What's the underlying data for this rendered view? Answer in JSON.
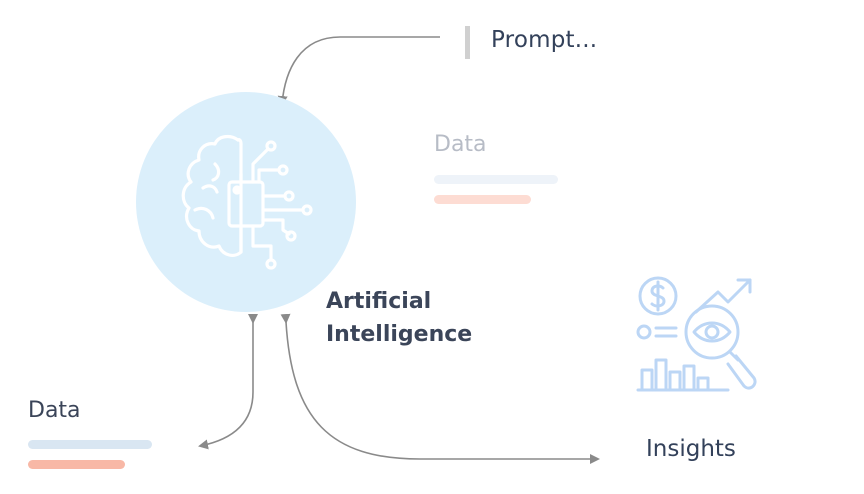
{
  "prompt": {
    "label": "Prompt..."
  },
  "ai": {
    "line1": "Artificial",
    "line2": "Intelligence",
    "circle_color": "#dbeffb",
    "icon": "ai-brain-circuit-icon"
  },
  "data_top": {
    "label": "Data",
    "bar_colors": [
      "#eef3f9",
      "#fddcd3"
    ]
  },
  "data_bottom": {
    "label": "Data",
    "bar_colors": [
      "#d9e6f2",
      "#f8b8a6"
    ]
  },
  "insights": {
    "label": "Insights",
    "icon": "insights-analytics-icon"
  },
  "colors": {
    "arrow": "#8a8a8a",
    "icon_stroke": "#bcd6f5",
    "text_dark": "#33415a"
  }
}
